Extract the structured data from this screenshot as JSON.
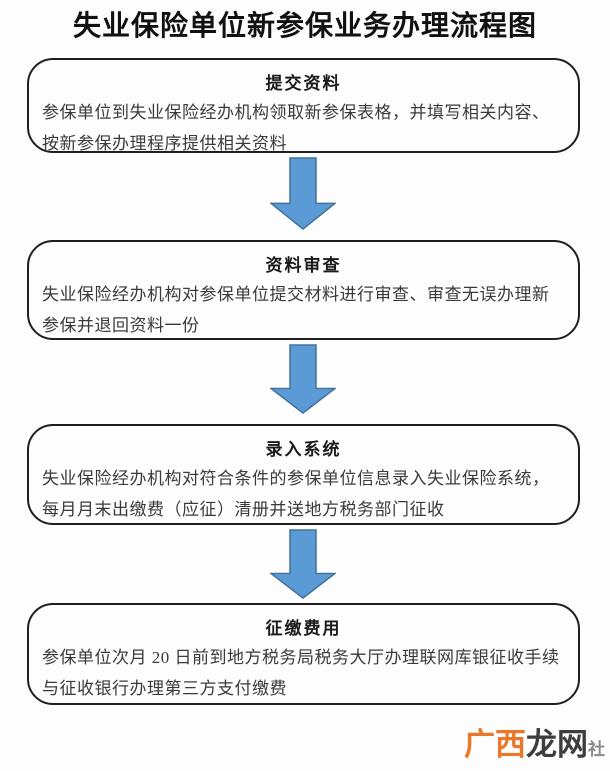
{
  "page": {
    "title": "失业保险单位新参保业务办理流程图"
  },
  "flow": {
    "arrow_fill": "#5B9BD5",
    "arrow_stroke": "#41719C",
    "box_border_color": "#1f1f1f",
    "steps": [
      {
        "title": "提交资料",
        "body": "参保单位到失业保险经办机构领取新参保表格，并填写相关内容、按新参保办理程序提供相关资料"
      },
      {
        "title": "资料审查",
        "body": "失业保险经办机构对参保单位提交材料进行审查、审查无误办理新参保并退回资料一份"
      },
      {
        "title": "录入系统",
        "body": "失业保险经办机构对符合条件的参保单位信息录入失业保险系统，每月月末出缴费（应征）清册并送地方税务部门征收"
      },
      {
        "title": "征缴费用",
        "body": "参保单位次月 20 日前到地方税务局税务大厅办理联网库银征收手续与征收银行办理第三方支付缴费"
      }
    ]
  },
  "watermark": {
    "prefix": "广西",
    "middle": "龙网",
    "suffix": "社",
    "prefix_color": "#E8782A",
    "middle_color": "#3D3D3D",
    "suffix_color": "#8A8A8A"
  }
}
